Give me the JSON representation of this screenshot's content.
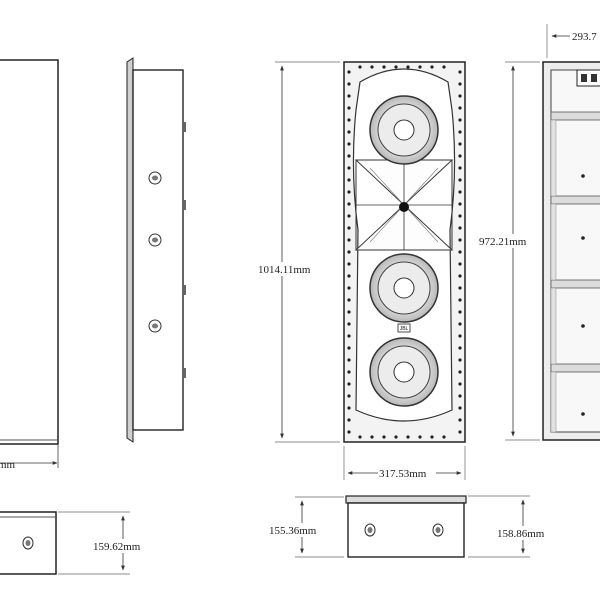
{
  "drawing": {
    "dimensions": {
      "front_width_cutoff": "mm",
      "side_depth_bottom": "159.62mm",
      "front_height": "1014.11mm",
      "front_width": "317.53mm",
      "top_depth_left": "155.36mm",
      "top_depth_right": "158.86mm",
      "back_height": "972.21mm",
      "back_width_cutoff": "293.7"
    },
    "badge": "JBL"
  }
}
